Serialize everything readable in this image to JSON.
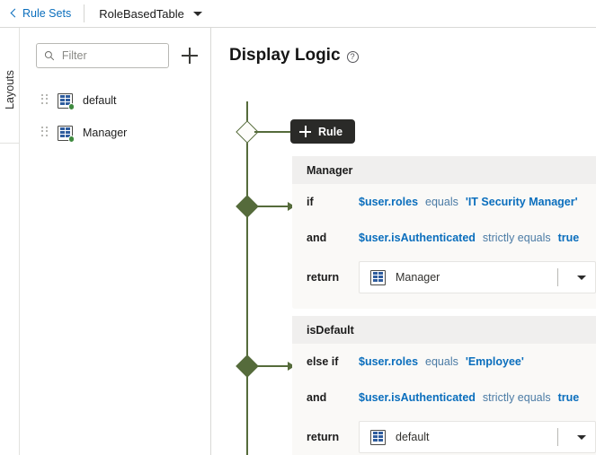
{
  "topbar": {
    "back_icon": "chevron-left-icon",
    "back_label": "Rule Sets",
    "current_label": "RoleBasedTable",
    "caret_icon": "chevron-down-icon"
  },
  "tabstrip": {
    "label": "Layouts"
  },
  "sidebar": {
    "search": {
      "icon": "search-icon",
      "placeholder": "Filter",
      "value": ""
    },
    "add_icon": "plus-icon",
    "items": [
      {
        "label": "default",
        "icon": "table-layout-icon",
        "handle": "drag-handle-icon"
      },
      {
        "label": "Manager",
        "icon": "table-layout-icon",
        "handle": "drag-handle-icon"
      }
    ]
  },
  "main": {
    "title": "Display Logic",
    "help_icon": "help-circle-icon",
    "help_glyph": "?",
    "add_rule": {
      "icon": "plus-icon",
      "label": "Rule"
    },
    "rules": [
      {
        "name": "Manager",
        "conditions": [
          {
            "keyword": "if",
            "variable": "$user.roles",
            "operator": "equals",
            "value": "'IT Security Manager'"
          },
          {
            "keyword": "and",
            "variable": "$user.isAuthenticated",
            "operator": "strictly equals",
            "value": "true"
          }
        ],
        "return": {
          "keyword": "return",
          "icon": "table-layout-icon",
          "value": "Manager",
          "caret_icon": "chevron-down-icon"
        }
      },
      {
        "name": "isDefault",
        "conditions": [
          {
            "keyword": "else if",
            "variable": "$user.roles",
            "operator": "equals",
            "value": "'Employee'"
          },
          {
            "keyword": "and",
            "variable": "$user.isAuthenticated",
            "operator": "strictly equals",
            "value": "true"
          }
        ],
        "return": {
          "keyword": "return",
          "icon": "table-layout-icon",
          "value": "default",
          "caret_icon": "chevron-down-icon"
        }
      }
    ]
  },
  "colors": {
    "link": "#0a6ebd",
    "flow_line": "#556b3b",
    "button_dark": "#2a2a28",
    "status_dot": "#3f8a3f"
  }
}
